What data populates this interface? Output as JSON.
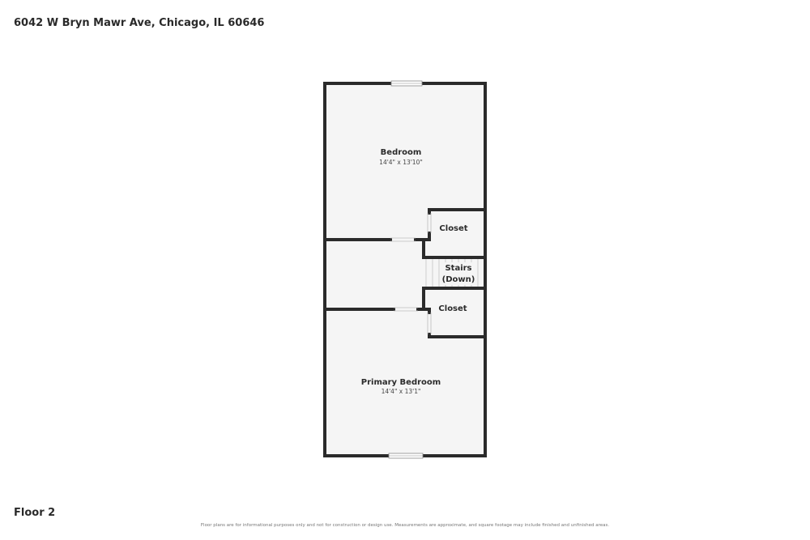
{
  "address": "6042 W Bryn Mawr Ave, Chicago, IL 60646",
  "floor_label": "Floor 2",
  "disclaimer": "Floor plans are for informational purposes only and not for construction or design use. Measurements are approximate, and square footage may include finished and unfinished areas.",
  "rooms": {
    "bedroom": {
      "name": "Bedroom",
      "dimensions": "14'4\" x 13'10\""
    },
    "closet_upper": {
      "name": "Closet"
    },
    "stairs": {
      "line1": "Stairs",
      "line2": "(Down)"
    },
    "closet_lower": {
      "name": "Closet"
    },
    "primary_bedroom": {
      "name": "Primary Bedroom",
      "dimensions": "14'4\" x 13'1\""
    }
  },
  "colors": {
    "wall": "#2b2b2b",
    "floor": "#f5f5f5",
    "window": "#ffffff"
  }
}
